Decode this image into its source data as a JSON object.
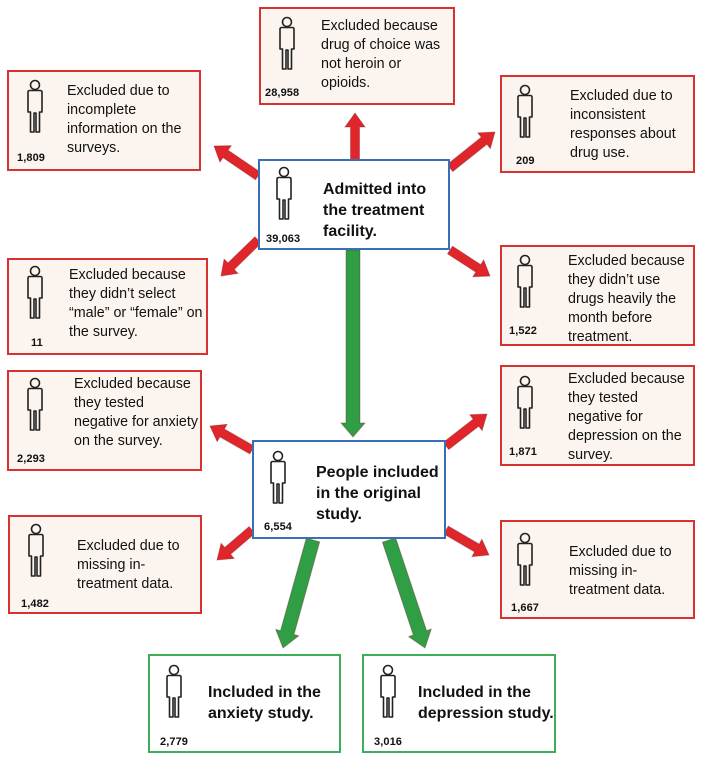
{
  "colors": {
    "excluded_border": "#d93030",
    "excluded_background": "#fbf4ef",
    "main_border": "#3a6fb5",
    "final_border": "#3fae5a",
    "exclusion_arrow": "#e0262a",
    "flow_arrow": "#2f9e44"
  },
  "icon": "person-icon",
  "main_boxes": {
    "admitted": {
      "count": "39,063",
      "text": "Admitted into the treatment facility."
    },
    "original": {
      "count": "6,554",
      "text": "People included in the original study."
    }
  },
  "final_boxes": {
    "anxiety": {
      "count": "2,779",
      "text": "Included in the anxiety study."
    },
    "depression": {
      "count": "3,016",
      "text": "Included in the depression study."
    }
  },
  "exclusions": {
    "drug_of_choice": {
      "count": "28,958",
      "text": "Excluded because drug of choice was not heroin or opioids."
    },
    "incomplete_info": {
      "count": "1,809",
      "text": "Excluded due to incomplete information on the surveys."
    },
    "inconsistent": {
      "count": "209",
      "text": "Excluded due to inconsistent responses about drug use."
    },
    "gender": {
      "count": "11",
      "text": "Excluded because they didn’t select “male” or “female” on the survey."
    },
    "heavy_use": {
      "count": "1,522",
      "text": "Excluded because they didn’t use drugs heavily the month before treatment."
    },
    "anxiety_negative": {
      "count": "2,293",
      "text": "Excluded because they tested negative for anxiety on the survey."
    },
    "depression_negative": {
      "count": "1,871",
      "text": "Excluded because they tested negative for depression on the survey."
    },
    "missing_left": {
      "count": "1,482",
      "text": "Excluded due to missing in-treatment data."
    },
    "missing_right": {
      "count": "1,667",
      "text": "Excluded due to missing in-treatment data."
    }
  }
}
